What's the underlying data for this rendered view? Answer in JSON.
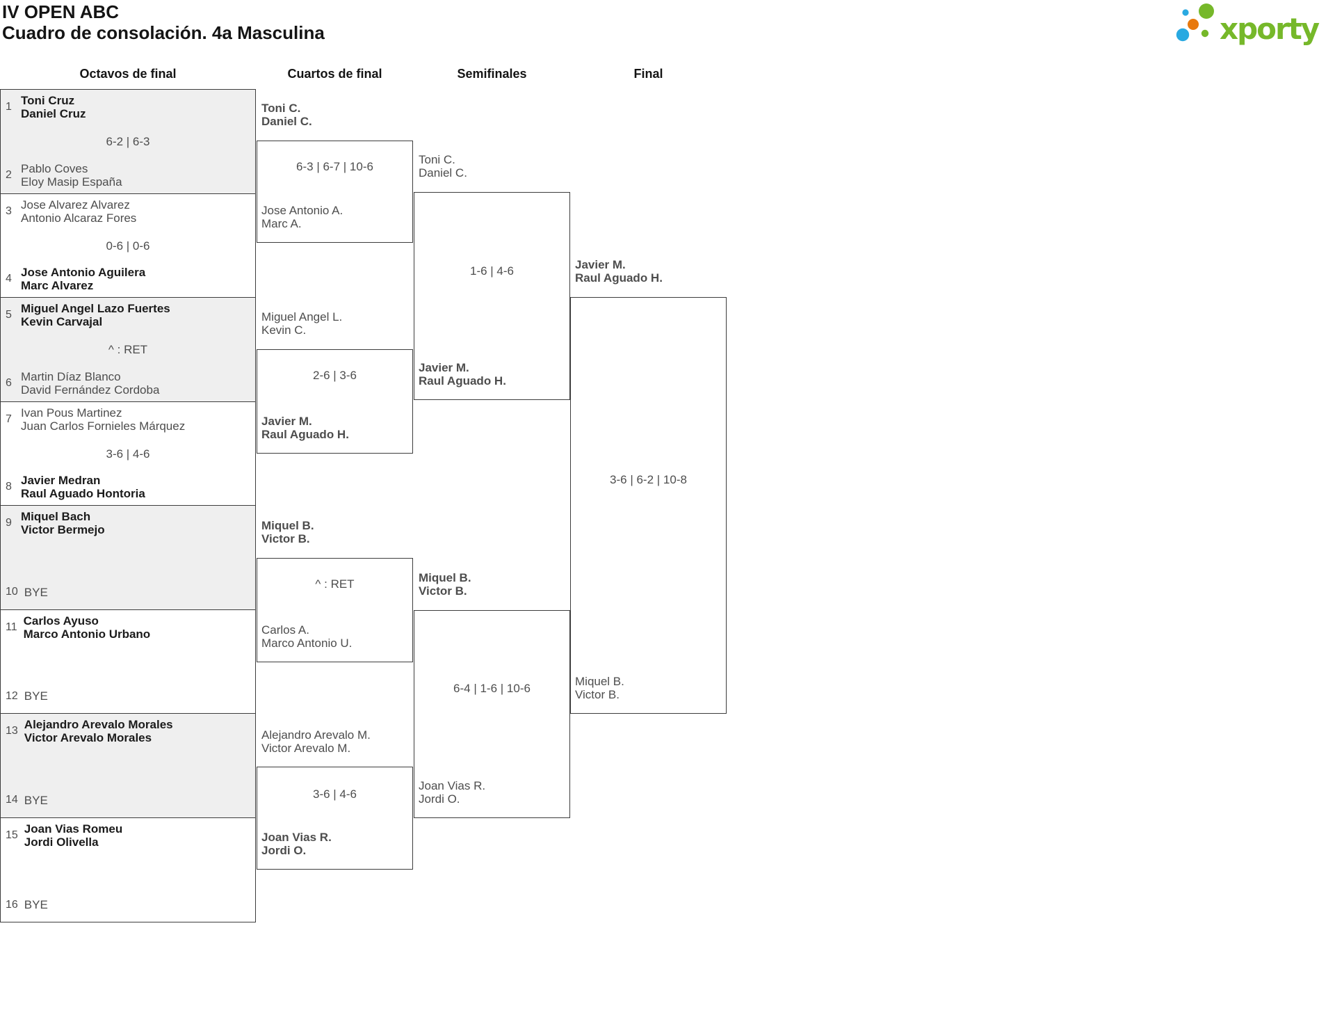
{
  "header": {
    "title_line1": "IV OPEN ABC",
    "title_line2": "Cuadro de consolación. 4a Masculina"
  },
  "logo": {
    "brand": "xporty",
    "colors": {
      "green": "#76b82a",
      "blue": "#29a9e1",
      "orange": "#e8790d"
    }
  },
  "round_headers": {
    "octavos": "Octavos de final",
    "cuartos": "Cuartos de final",
    "semifinales": "Semifinales",
    "final": "Final"
  },
  "octavos": {
    "m1": {
      "seed_top": "1",
      "top1": "Toni Cruz",
      "top2": "Daniel Cruz",
      "score": "6-2 | 6-3",
      "seed_bot": "2",
      "bot1": "Pablo Coves",
      "bot2": "Eloy Masip España",
      "winner": "top"
    },
    "m2": {
      "seed_top": "3",
      "top1": "Jose Alvarez Alvarez",
      "top2": "Antonio Alcaraz Fores",
      "score": "0-6 | 0-6",
      "seed_bot": "4",
      "bot1": "Jose Antonio Aguilera",
      "bot2": "Marc Alvarez",
      "winner": "bottom"
    },
    "m3": {
      "seed_top": "5",
      "top1": "Miguel Angel Lazo Fuertes",
      "top2": "Kevin Carvajal",
      "score": "^ : RET",
      "seed_bot": "6",
      "bot1": "Martin Díaz Blanco",
      "bot2": "David Fernández Cordoba",
      "winner": "top"
    },
    "m4": {
      "seed_top": "7",
      "top1": "Ivan Pous Martinez",
      "top2": "Juan Carlos Fornieles Márquez",
      "score": "3-6 | 4-6",
      "seed_bot": "8",
      "bot1": "Javier Medran",
      "bot2": "Raul Aguado Hontoria",
      "winner": "bottom"
    },
    "m5": {
      "seed_top": "9",
      "top1": "Miquel Bach",
      "top2": "Victor Bermejo",
      "score": "",
      "seed_bot": "10",
      "bot1": "BYE",
      "winner": "top"
    },
    "m6": {
      "seed_top": "11",
      "top1": "Carlos Ayuso",
      "top2": "Marco Antonio Urbano",
      "score": "",
      "seed_bot": "12",
      "bot1": "BYE",
      "winner": "top"
    },
    "m7": {
      "seed_top": "13",
      "top1": "Alejandro Arevalo Morales",
      "top2": "Victor Arevalo Morales",
      "score": "",
      "seed_bot": "14",
      "bot1": "BYE",
      "winner": "top"
    },
    "m8": {
      "seed_top": "15",
      "top1": "Joan Vias Romeu",
      "top2": "Jordi Olivella",
      "score": "",
      "seed_bot": "16",
      "bot1": "BYE",
      "winner": "top"
    }
  },
  "cuartos": {
    "m1": {
      "top1": "Toni C.",
      "top2": "Daniel C.",
      "score": "6-3 | 6-7 | 10-6",
      "bot1": "Jose Antonio A.",
      "bot2": "Marc A.",
      "winner": "top"
    },
    "m2": {
      "top1": "Miguel Angel L.",
      "top2": "Kevin C.",
      "score": "2-6 | 3-6",
      "bot1": "Javier M.",
      "bot2": "Raul Aguado H.",
      "winner": "bottom"
    },
    "m3": {
      "top1": "Miquel B.",
      "top2": "Victor B.",
      "score": "^ : RET",
      "bot1": "Carlos A.",
      "bot2": "Marco Antonio U.",
      "winner": "top"
    },
    "m4": {
      "top1": "Alejandro Arevalo M.",
      "top2": "Victor Arevalo M.",
      "score": "3-6 | 4-6",
      "bot1": "Joan Vias R.",
      "bot2": "Jordi O.",
      "winner": "bottom"
    }
  },
  "semifinales": {
    "m1": {
      "top1": "Toni C.",
      "top2": "Daniel C.",
      "score": "1-6 | 4-6",
      "bot1": "Javier M.",
      "bot2": "Raul Aguado H.",
      "winner": "bottom"
    },
    "m2": {
      "top1": "Miquel B.",
      "top2": "Victor B.",
      "score": "6-4 | 1-6 | 10-6",
      "bot1": "Joan Vias R.",
      "bot2": "Jordi O.",
      "winner": "top"
    }
  },
  "final": {
    "m1": {
      "top1": "Javier M.",
      "top2": "Raul Aguado H.",
      "score": "3-6 | 6-2 | 10-8",
      "bot1": "Miquel B.",
      "bot2": "Victor B.",
      "winner": "top"
    }
  }
}
